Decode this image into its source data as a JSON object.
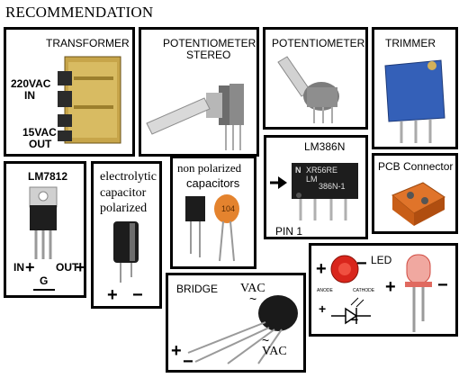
{
  "page": {
    "title": "RECOMMENDATION"
  },
  "transformer": {
    "title": "TRANSFORMER",
    "input_label_1": "220VAC",
    "input_label_2": "IN",
    "output_label_1": "15VAC",
    "output_label_2": "OUT"
  },
  "pot_stereo": {
    "title_1": "POTENTIOMETER",
    "title_2": "STEREO"
  },
  "pot": {
    "title": "POTENTIOMETER"
  },
  "trimmer": {
    "title": "TRIMMER"
  },
  "lm7812": {
    "title": "LM7812",
    "in_label": "IN",
    "out_label": "OUT",
    "g_label": "G",
    "plus": "+"
  },
  "electrolytic": {
    "line_1": "electrolytic",
    "line_2": "capacitor",
    "line_3": "polarized",
    "plus": "+",
    "minus": "−"
  },
  "nonpolar": {
    "line_1": "non polarized",
    "line_2": "capacitors",
    "cap_marking": "104"
  },
  "lm386": {
    "title": "LM386N",
    "pin_label": "PIN 1",
    "chip_line_1": "XR56RE",
    "chip_line_2": "LM",
    "chip_line_3": "386N-1",
    "chip_logo": "N"
  },
  "pcb": {
    "title": "PCB Connector"
  },
  "led": {
    "title": "LED",
    "anode": "ANODE",
    "cathode": "CATHODE",
    "plus": "+",
    "minus": "−"
  },
  "bridge": {
    "title": "BRIDGE",
    "vac_top": "VAC",
    "vac_bottom": "VAC",
    "tilde": "~",
    "plus": "+",
    "minus": "−"
  }
}
